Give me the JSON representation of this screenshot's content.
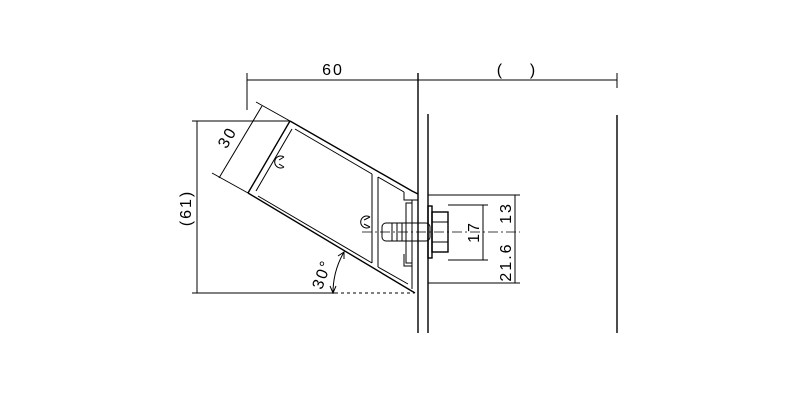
{
  "dimensions": {
    "top_width": "60",
    "top_gap": "(    )",
    "slant_width": "30",
    "overall_height": "(61)",
    "angle": "30°",
    "upper_offset": "13",
    "bolt_span": "17",
    "lower_offset": "21.6"
  },
  "colors": {
    "line": "#000000",
    "background": "#ffffff"
  }
}
